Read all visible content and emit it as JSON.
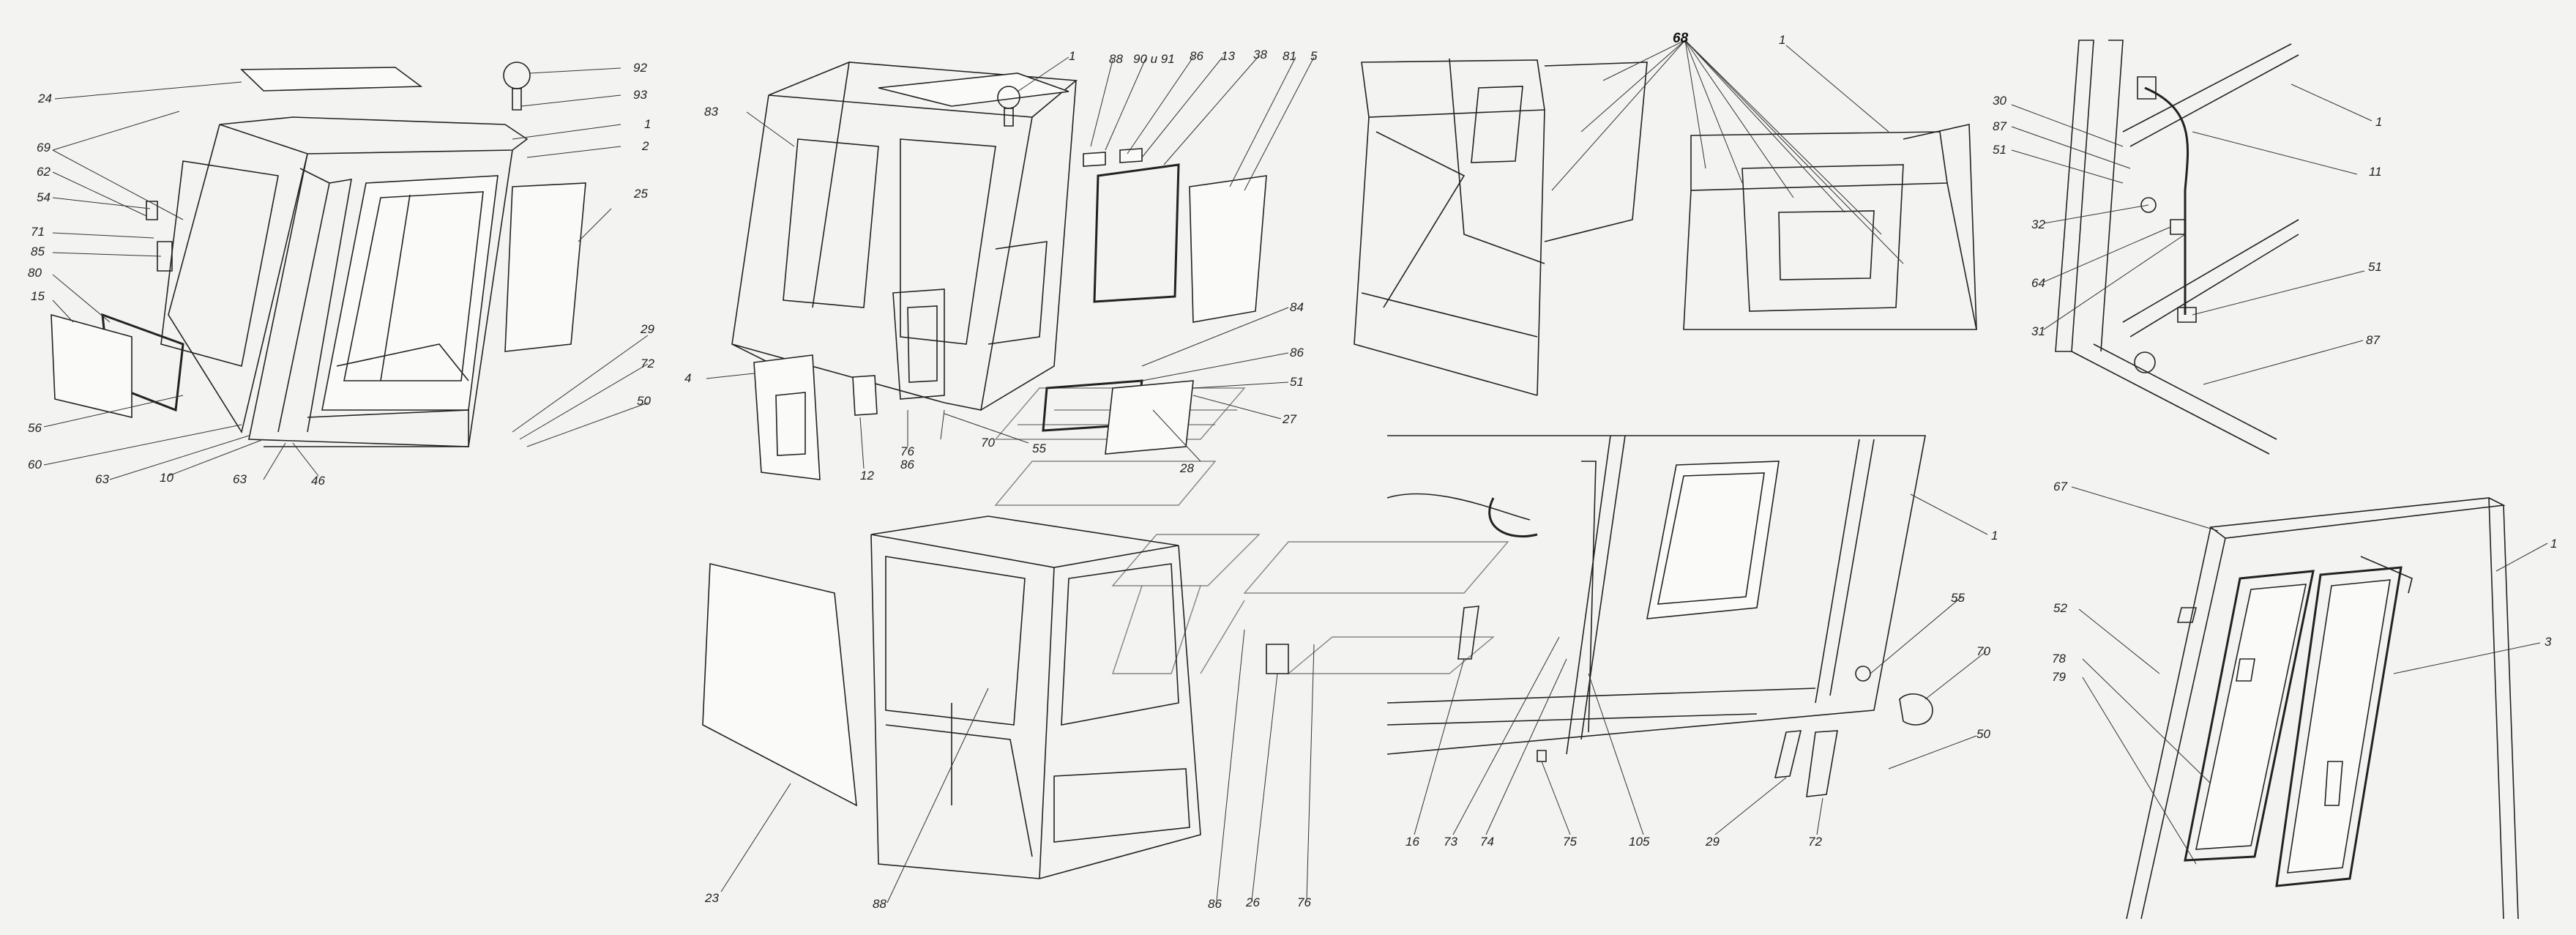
{
  "labels": {
    "a1": {
      "l24": "24",
      "l92": "92",
      "l93": "93",
      "l1": "1",
      "l2": "2",
      "l69": "69",
      "l62": "62",
      "l54": "54",
      "l71": "71",
      "l85": "85",
      "l80": "80",
      "l15": "15",
      "l25": "25",
      "l29": "29",
      "l72": "72",
      "l50": "50",
      "l56": "56",
      "l60": "60",
      "l63a": "63",
      "l10": "10",
      "l63b": "63",
      "l46": "46"
    },
    "a2": {
      "l83": "83",
      "l1": "1",
      "l88": "88",
      "l90": "90 и 91",
      "l86a": "86",
      "l13": "13",
      "l38": "38",
      "l81": "81",
      "l5": "5",
      "l4": "4",
      "l12": "12",
      "l76": "76",
      "l86b": "86",
      "l70": "70",
      "l55": "55",
      "l84": "84",
      "l86c": "86",
      "l51": "51",
      "l27": "27",
      "l28": "28"
    },
    "a3": {
      "l68": "68",
      "l1": "1"
    },
    "a4": {
      "l30": "30",
      "l87a": "87",
      "l51a": "51",
      "l32": "32",
      "l64": "64",
      "l31": "31",
      "l1": "1",
      "l11": "11",
      "l51b": "51",
      "l87b": "87"
    },
    "a5": {
      "l23": "23",
      "l88": "88",
      "l86": "86",
      "l26": "26",
      "l76": "76"
    },
    "a6": {
      "l1": "1",
      "l55": "55",
      "l70": "70",
      "l50": "50",
      "l16": "16",
      "l73": "73",
      "l74": "74",
      "l75": "75",
      "l105": "105",
      "l29": "29",
      "l72": "72"
    },
    "a7": {
      "l67": "67",
      "l1": "1",
      "l52": "52",
      "l3": "3",
      "l78": "78",
      "l79": "79"
    }
  }
}
